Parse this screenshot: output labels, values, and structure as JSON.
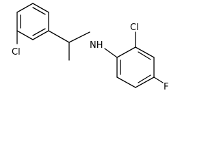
{
  "molecule": {
    "atoms": {
      "cl_left": "Cl",
      "nh": "NH",
      "cl_right": "Cl",
      "f": "F"
    },
    "colors": {
      "bond": "#000000",
      "label": "#000000",
      "background": "#ffffff"
    }
  }
}
